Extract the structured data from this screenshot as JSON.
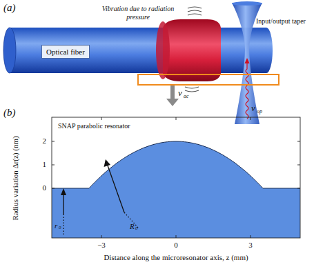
{
  "diagram": {
    "nodes": [
      {
        "text": [
          "Optical fiber"
        ]
      }
    ],
    "edges": [],
    "labels": [
      "(a)",
      "Vibration due to radiation pressure",
      "Input/output taper",
      "ν",
      "ac",
      "ν",
      "op",
      "(b)",
      "SNAP parabolic resonator",
      "Radius variation Δr(z) (nm)",
      "2",
      "1",
      "0",
      "−3",
      "0",
      "3",
      "Distance along the microresonator axis, z (mm)",
      "r",
      "0",
      "R",
      "0"
    ]
  }
}
